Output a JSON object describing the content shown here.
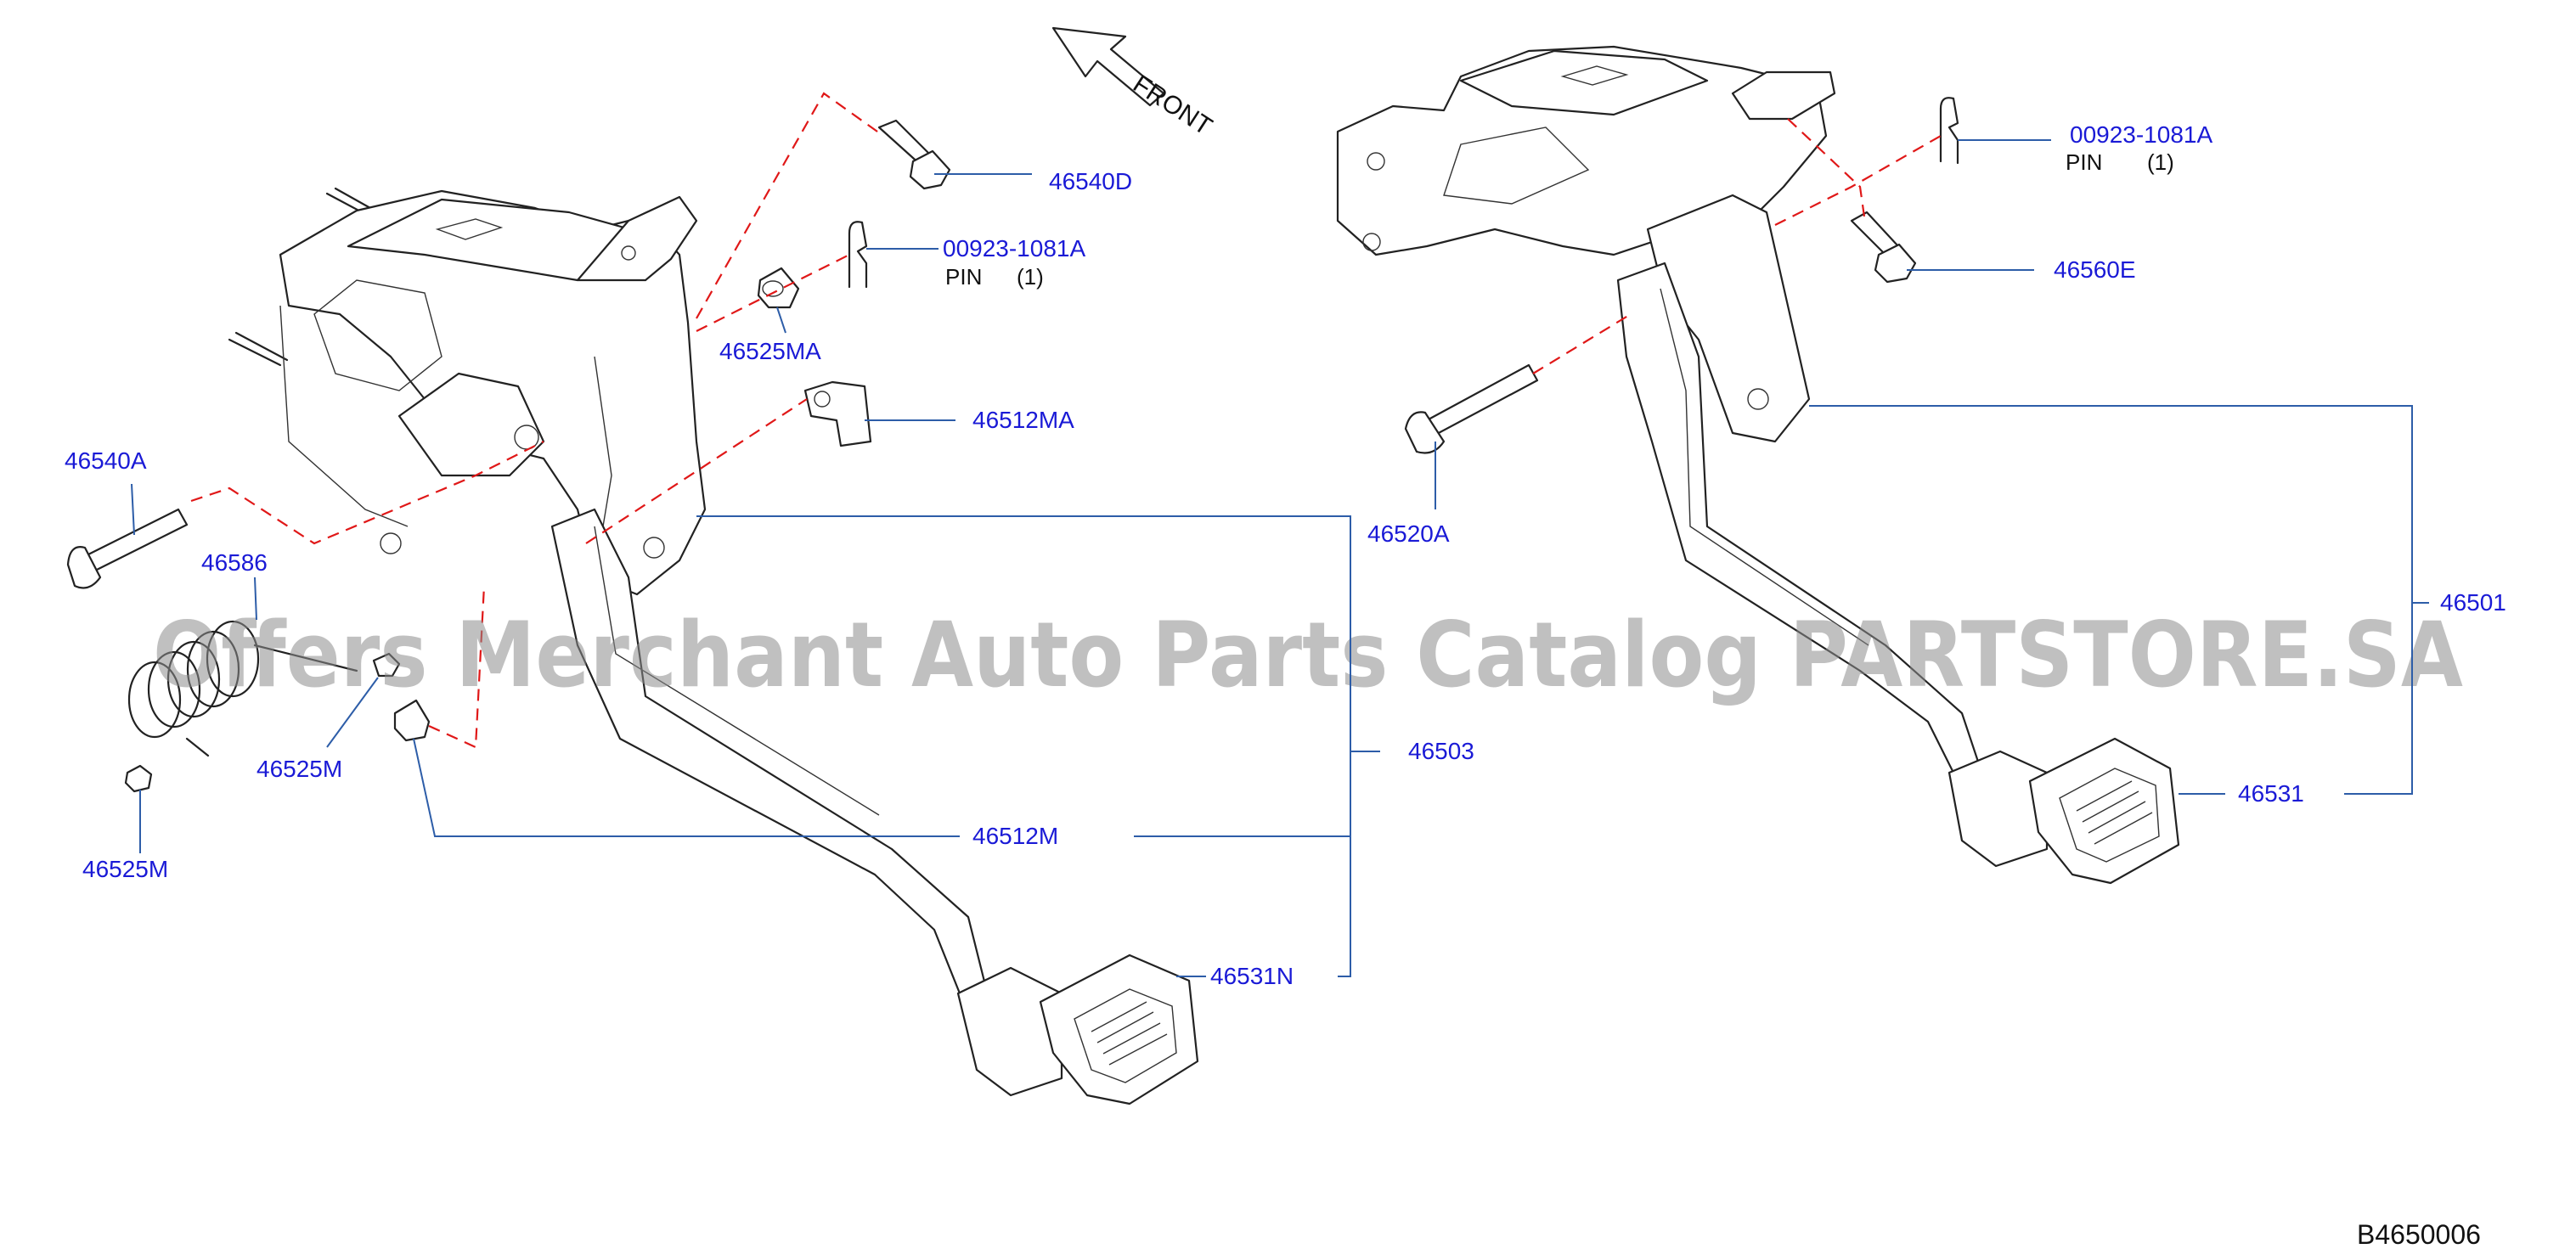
{
  "diagram": {
    "front_label": "FRONT",
    "diagram_code": "B4650006",
    "watermark": "Offers Merchant Auto Parts Catalog PARTSTORE.SA",
    "pin_text": "PIN",
    "pin_qty": "(1)",
    "labels": {
      "p46540D": "46540D",
      "p00923_left": "00923-1081A",
      "p46525MA": "46525MA",
      "p46512MA": "46512MA",
      "p46540A": "46540A",
      "p46586": "46586",
      "p46525M_a": "46525M",
      "p46525M_b": "46525M",
      "p46512M": "46512M",
      "p46503": "46503",
      "p46531N": "46531N",
      "p46520A": "46520A",
      "p00923_right": "00923-1081A",
      "p46560E": "46560E",
      "p46501": "46501",
      "p46531": "46531"
    }
  }
}
